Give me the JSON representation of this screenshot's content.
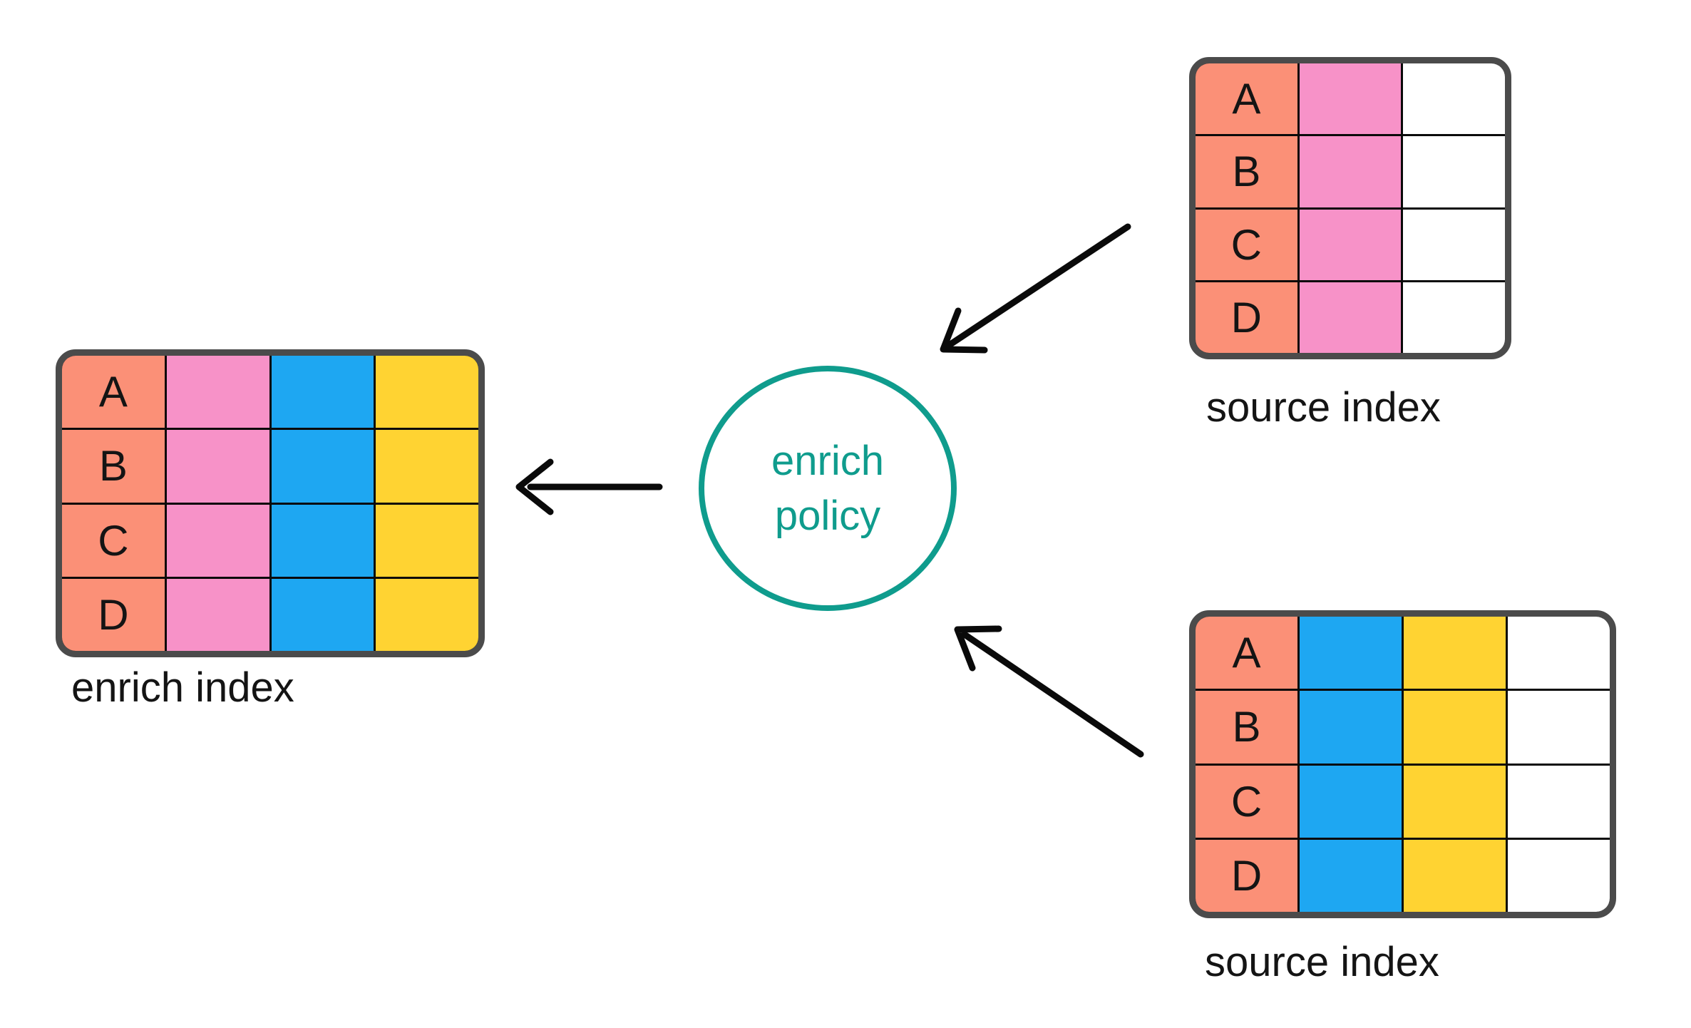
{
  "palette": {
    "salmon": "#FB9077",
    "pink": "#F792C8",
    "blue": "#1EA7F2",
    "yellow": "#FFD332",
    "white": "#FFFFFF",
    "teal": "#0F9C8D",
    "border_dark": "#4B4B4B",
    "line_black": "#0A0A0A",
    "text": "#141414"
  },
  "policy": {
    "lines": [
      "enrich",
      "policy"
    ]
  },
  "tables": {
    "enrich_index": {
      "label": "enrich index",
      "row_labels": [
        "A",
        "B",
        "C",
        "D"
      ],
      "columns": [
        "salmon",
        "pink",
        "blue",
        "yellow"
      ]
    },
    "source_top": {
      "label": "source index",
      "row_labels": [
        "A",
        "B",
        "C",
        "D"
      ],
      "columns": [
        "salmon",
        "pink",
        "white"
      ]
    },
    "source_bottom": {
      "label": "source index",
      "row_labels": [
        "A",
        "B",
        "C",
        "D"
      ],
      "columns": [
        "salmon",
        "blue",
        "yellow",
        "white"
      ]
    }
  },
  "arrows": [
    {
      "name": "policy-to-enrich-index",
      "from": "enrich policy",
      "to": "enrich index"
    },
    {
      "name": "source-top-to-policy",
      "from": "source index (top)",
      "to": "enrich policy"
    },
    {
      "name": "source-bottom-to-policy",
      "from": "source index (bottom)",
      "to": "enrich policy"
    }
  ]
}
